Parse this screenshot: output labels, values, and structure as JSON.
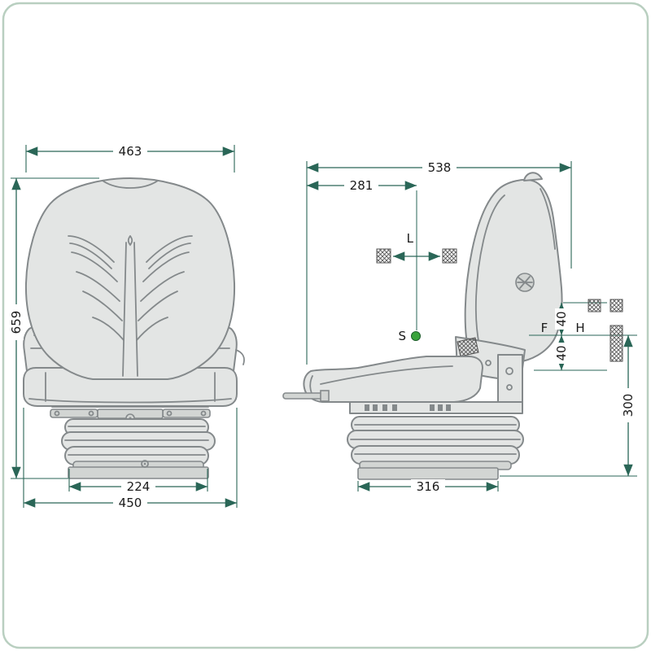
{
  "page": {
    "title": "Seat dimension technical drawing, front and side views"
  },
  "colors": {
    "dimension_line": "#2a6657",
    "seat_outline": "#84898b",
    "seat_fill": "#e3e5e4",
    "seat_fill_dark": "#d2d5d3",
    "sip_point_green": "#3aa33c",
    "page_border": "#b9cfc0",
    "hatch": "#555555"
  },
  "front_view": {
    "dim_backrest_width": "463",
    "dim_total_height": "659",
    "dim_bellows_width": "224",
    "dim_cushion_width": "450"
  },
  "side_view": {
    "dim_total_depth": "538",
    "dim_front_to_center": "281",
    "point_l_label": "L",
    "point_s_label": "S",
    "label_f": "F",
    "label_h": "H",
    "dim_f_offset": "40",
    "dim_h_offset": "40",
    "dim_suspension_height": "300",
    "dim_base_depth": "316"
  }
}
